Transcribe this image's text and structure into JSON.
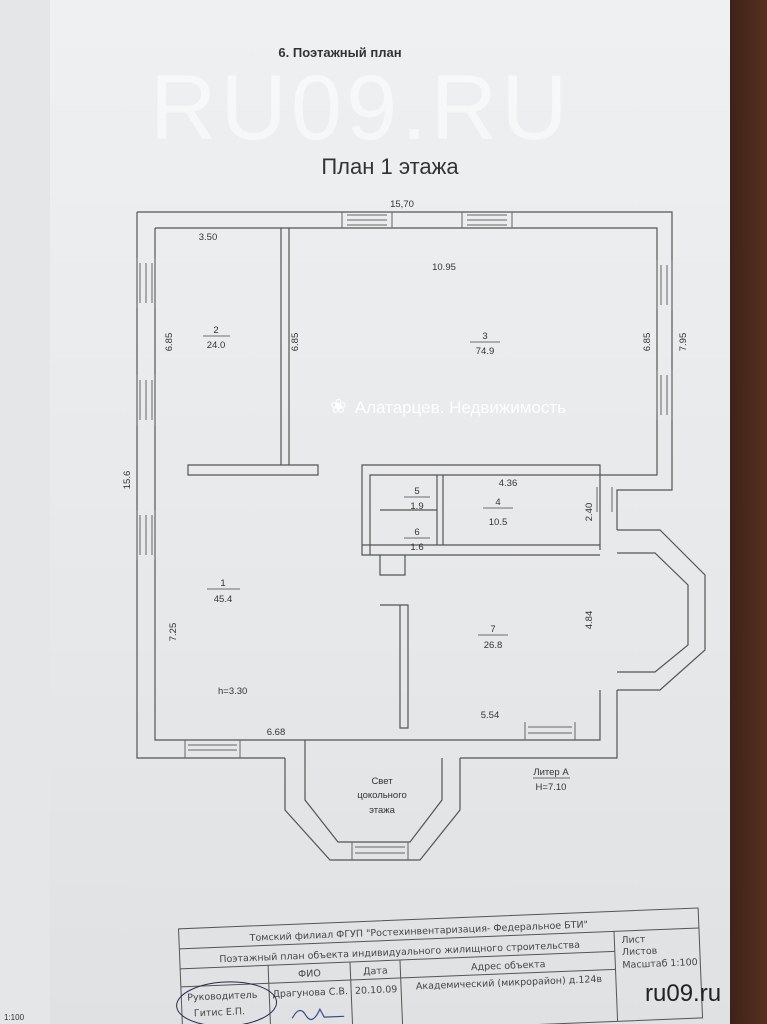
{
  "header": {
    "section": "6. Поэтажный план",
    "title": "План 1 этажа"
  },
  "dimensions": {
    "total_width": "15,70",
    "room2_width": "3.50",
    "room3_width": "10.95",
    "room2_height": "6.85",
    "room3_left_height": "6.85",
    "room3_right_height": "6.85",
    "right_outer": "7.95",
    "left_outer": "15.6",
    "room4_width": "4.36",
    "room4_height": "2.40",
    "room1_height": "7.25",
    "room7_height": "4.84",
    "bottom_left": "6.68",
    "bottom_right": "5.54",
    "ceiling": "h=3.30"
  },
  "rooms": [
    {
      "num": "1",
      "area": "45.4"
    },
    {
      "num": "2",
      "area": "24.0"
    },
    {
      "num": "3",
      "area": "74.9"
    },
    {
      "num": "4",
      "area": "10.5"
    },
    {
      "num": "5",
      "area": "1.9"
    },
    {
      "num": "6",
      "area": "1.6"
    },
    {
      "num": "7",
      "area": "26.8"
    }
  ],
  "basement_light": [
    "Свет",
    "цокольного",
    "этажа"
  ],
  "litera": {
    "name": "Литер А",
    "height": "H=7.10"
  },
  "watermark": {
    "big": "RU09.RU",
    "agency": "Алатарцев. Недвижимость"
  },
  "title_block": {
    "org": "Томский филиал ФГУП \"Ростехинвентаризация- Федеральное БТИ\"",
    "doc": "Поэтажный план объекта индивидуального жилищного строительства",
    "role": "Руководитель",
    "head_name": "Гитис Е.П.",
    "fio_label": "ФИО",
    "fio": "Драгунова С.В.",
    "date_label": "Дата",
    "date": "20.10.09",
    "address_label": "Адрес объекта",
    "address": "Академический (микрорайон) д.124в",
    "sheet_label": "Лист",
    "sheets_label": "Листов",
    "scale_label": "Масштаб",
    "scale": "1:100"
  },
  "left_page_scale": "1:100",
  "site": "ru09.ru"
}
